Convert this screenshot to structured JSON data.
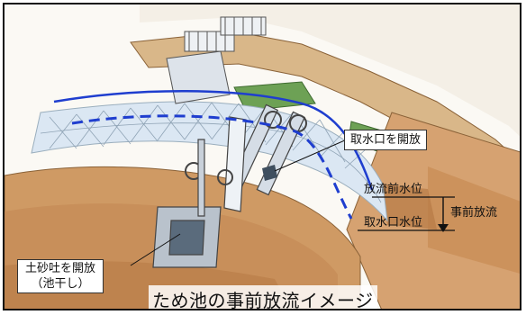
{
  "callouts": {
    "intake": "取水口を開放",
    "sediment_line1": "土砂吐を開放",
    "sediment_line2": "（池干し）"
  },
  "water_levels": {
    "pre_release": "放流前水位",
    "intake_level": "取水口水位",
    "advance_release": "事前放流"
  },
  "caption": "ため池の事前放流イメージ",
  "colors": {
    "water_line": "#1f3ecf",
    "soil": "#c8935a",
    "grass": "#5f9a4c",
    "water": "#d8e6f4"
  }
}
